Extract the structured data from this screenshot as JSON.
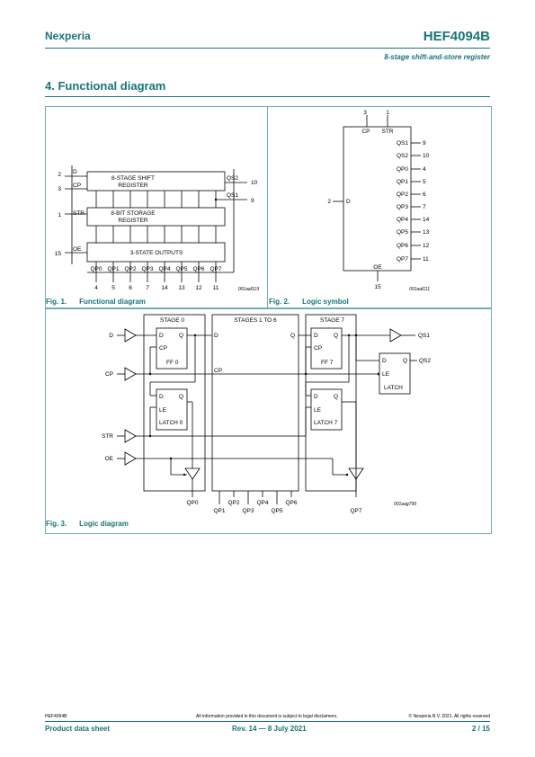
{
  "header": {
    "brand": "Nexperia",
    "part_number": "HEF4094B",
    "subtitle": "8-stage shift-and-store register"
  },
  "section": {
    "title": "4.  Functional diagram"
  },
  "fig1": {
    "caption_num": "Fig. 1.",
    "caption_text": "Functional diagram",
    "code": "001aaf119",
    "blocks": [
      "8-STAGE SHIFT",
      "REGISTER",
      "8-BIT STORAGE",
      "REGISTER",
      "3-STATE OUTPUTS"
    ],
    "inputs": [
      {
        "pin": "2",
        "name": "D"
      },
      {
        "pin": "3",
        "name": "CP"
      },
      {
        "pin": "1",
        "name": "STR"
      },
      {
        "pin": "15",
        "name": "OE"
      }
    ],
    "right_outputs": [
      {
        "name": "QS2",
        "pin": "10"
      },
      {
        "name": "QS1",
        "pin": "9"
      }
    ],
    "outputs": [
      "QP0",
      "QP1",
      "QP2",
      "QP3",
      "QP4",
      "QP5",
      "QP6",
      "QP7"
    ],
    "output_pins": [
      "4",
      "5",
      "6",
      "7",
      "14",
      "13",
      "12",
      "11"
    ]
  },
  "fig2": {
    "caption_num": "Fig. 2.",
    "caption_text": "Logic symbol",
    "code": "001aaf111",
    "top_pins": [
      {
        "pin": "3",
        "name": "CP"
      },
      {
        "pin": "1",
        "name": "STR"
      }
    ],
    "d_input": {
      "pin": "2",
      "name": "D"
    },
    "oe": {
      "name": "OE",
      "pin": "15"
    },
    "outputs": [
      {
        "name": "QS1",
        "pin": "9"
      },
      {
        "name": "QS2",
        "pin": "10"
      },
      {
        "name": "QP0",
        "pin": "4"
      },
      {
        "name": "QP1",
        "pin": "5"
      },
      {
        "name": "QP2",
        "pin": "6"
      },
      {
        "name": "QP3",
        "pin": "7"
      },
      {
        "name": "QP4",
        "pin": "14"
      },
      {
        "name": "QP5",
        "pin": "13"
      },
      {
        "name": "QP6",
        "pin": "12"
      },
      {
        "name": "QP7",
        "pin": "11"
      }
    ]
  },
  "fig3": {
    "caption_num": "Fig. 3.",
    "caption_text": "Logic diagram",
    "code": "001aag799",
    "stage0": "STAGE 0",
    "stages_mid": "STAGES 1 TO 6",
    "stage7": "STAGE 7",
    "inputs": [
      "D",
      "CP",
      "STR",
      "OE"
    ],
    "ff0": {
      "d": "D",
      "q": "Q",
      "cp": "CP",
      "name": "FF 0"
    },
    "latch0": {
      "d": "D",
      "q": "Q",
      "le": "LE",
      "name": "LATCH 0"
    },
    "ff7": {
      "d": "D",
      "q": "Q",
      "cp": "CP",
      "name": "FF 7"
    },
    "latch7": {
      "d": "D",
      "q": "Q",
      "le": "LE",
      "name": "LATCH 7"
    },
    "latch_out": {
      "d": "D",
      "q": "Q",
      "le": "LE",
      "name": "LATCH"
    },
    "mid_d": "D",
    "mid_q": "Q",
    "mid_cp": "CP",
    "qs1": "QS1",
    "qs2": "QS2",
    "qp0": "QP0",
    "qp7": "QP7",
    "qp_lower": [
      "QP1",
      "QP3",
      "QP5"
    ],
    "qp_upper": [
      "QP2",
      "QP4",
      "QP6"
    ]
  },
  "footer": {
    "doc_id": "HEF4094B",
    "disclaimer": "All information provided in this document is subject to legal disclaimers.",
    "copyright": "© Nexperia B.V. 2021. All rights reserved",
    "doc_type": "Product data sheet",
    "revision": "Rev. 14 — 8 July 2021",
    "page": "2 / 15"
  }
}
